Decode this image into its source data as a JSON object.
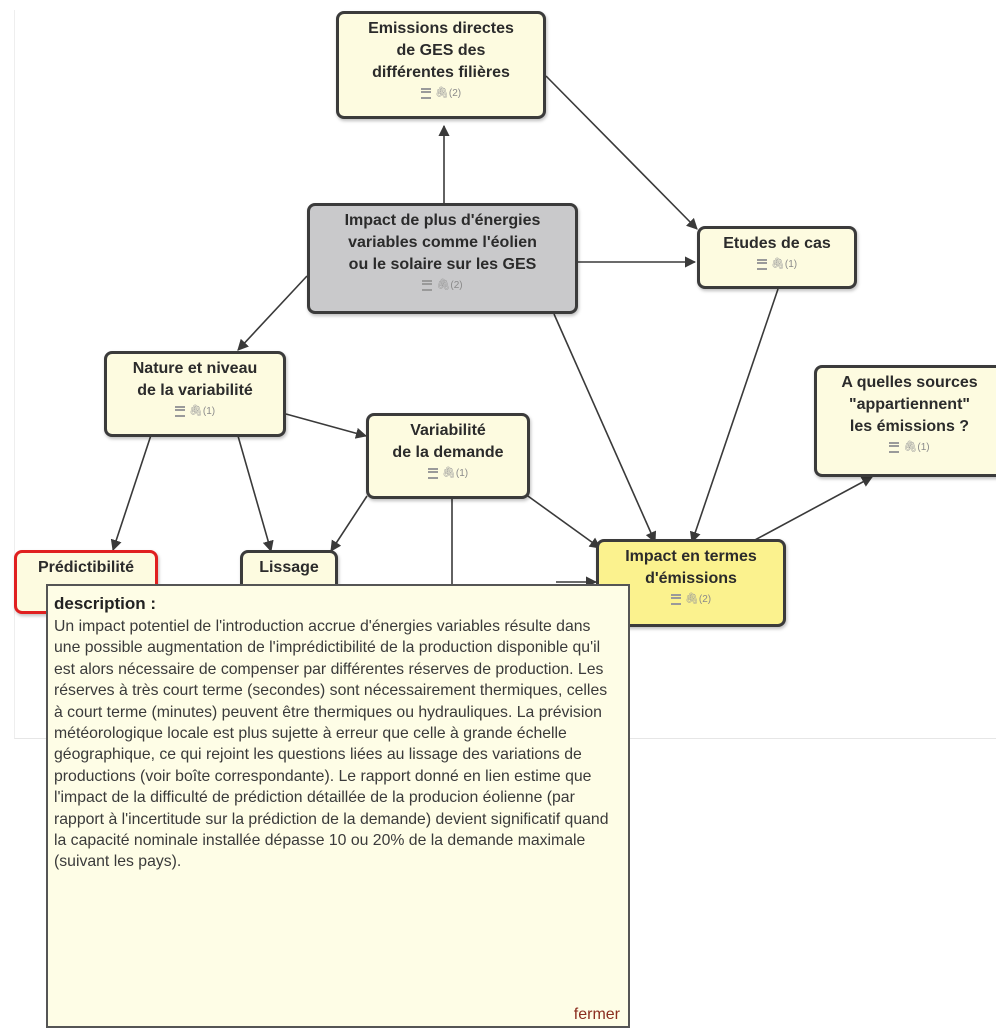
{
  "nodes": {
    "emissions_directes": {
      "title": "Emissions directes\nde GES des\ndifférentes filières",
      "count": "(2)"
    },
    "impact_central": {
      "title": "Impact de plus d'énergies\nvariables comme l'éolien\nou le solaire sur les GES",
      "count": "(2)"
    },
    "etudes_de_cas": {
      "title": "Etudes de cas",
      "count": "(1)"
    },
    "nature_variabilite": {
      "title": "Nature et niveau\nde la variabilité",
      "count": "(1)"
    },
    "variabilite_demande": {
      "title": "Variabilité\nde la demande",
      "count": "(1)"
    },
    "quelles_sources": {
      "title": "A quelles sources\n\"appartiennent\"\nles émissions ?",
      "count": "(1)"
    },
    "impact_emissions": {
      "title": "Impact en termes\nd'émissions",
      "count": "(2)"
    },
    "predictibilite": {
      "title": "Prédictibilité"
    },
    "lissage": {
      "title": "Lissage"
    }
  },
  "popup": {
    "label": "description :",
    "text": "Un impact potentiel de l'introduction accrue d'énergies variables résulte dans une possible augmentation de l'imprédictibilité de la production disponible qu'il est alors nécessaire de compenser par différentes réserves de production. Les réserves à très court terme (secondes) sont nécessairement thermiques, celles à court terme (minutes) peuvent être thermiques ou hydrauliques. La prévision météorologique locale est plus sujette à erreur que celle à grande échelle géographique, ce qui rejoint les questions liées au lissage des variations de productions (voir boîte correspondante). Le rapport donné en lien estime que l'impact de la difficulté de prédiction détaillée de la producion éolienne (par rapport à l'incertitude sur la prédiction de la demande) devient significatif quand la capacité nominale installée dépasse 10 ou 20% de la demande maximale (suivant les pays).",
    "close_label": "fermer"
  },
  "icons": {
    "notes": "list-icon",
    "links": "paperclip-icon"
  },
  "colors": {
    "node_fill": "#fdfbe0",
    "central_fill": "#c9c9cb",
    "highlight_fill": "#fbf28e",
    "selected_border": "#e02020",
    "close_link": "#8b2d1f"
  }
}
